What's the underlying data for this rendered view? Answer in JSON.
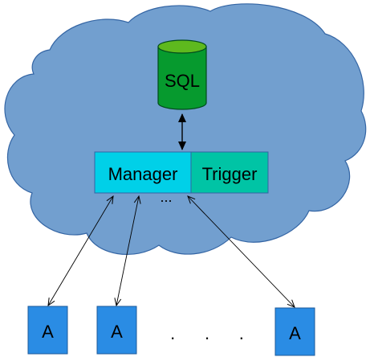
{
  "diagram": {
    "database": {
      "label": "SQL"
    },
    "manager": {
      "label": "Manager"
    },
    "trigger": {
      "label": "Trigger"
    },
    "manager_ellipsis": "...",
    "agents": [
      {
        "label": "A"
      },
      {
        "label": "A"
      },
      {
        "label": "A"
      }
    ],
    "agents_ellipsis": ".      .      ."
  },
  "colors": {
    "cloud_fill": "#729fcf",
    "cloud_stroke": "#3465a4",
    "database_fill": "#069a2e",
    "database_top": "#5eb91e",
    "database_stroke": "#004a1b",
    "manager_fill": "#00d0e8",
    "trigger_fill": "#00c4a5",
    "agent_fill": "#2a8ce4",
    "agent_stroke": "#1c5a9a",
    "arrow": "#000000"
  }
}
